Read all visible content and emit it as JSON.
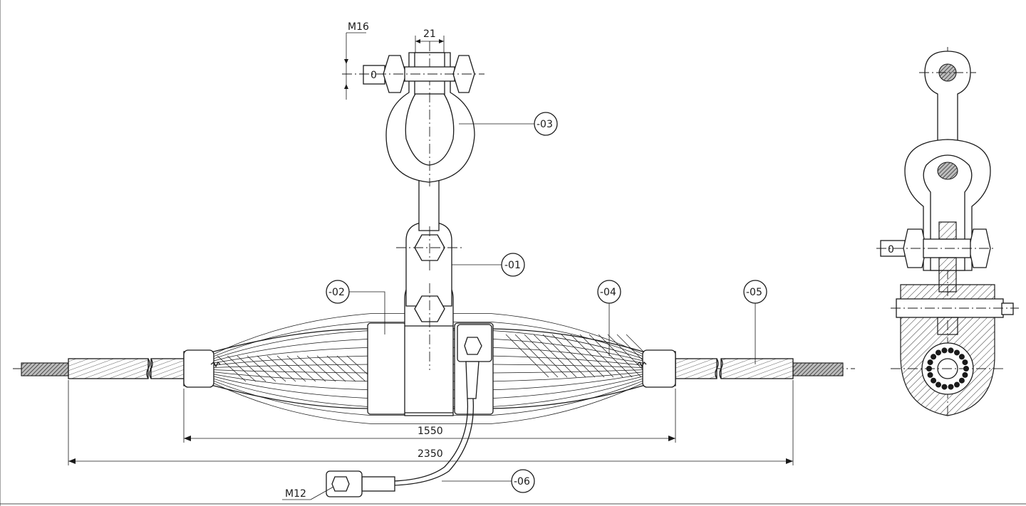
{
  "drawing": {
    "dimensions": {
      "clamp_length": "1550",
      "overall_length": "2350",
      "shackle_width": "21",
      "bolt_thread_top": "M16",
      "bolt_thread_ground": "M12"
    },
    "part_labels": {
      "p01": "-01",
      "p02": "-02",
      "p03": "-03",
      "p04": "-04",
      "p05": "-05",
      "p06": "-06"
    }
  }
}
